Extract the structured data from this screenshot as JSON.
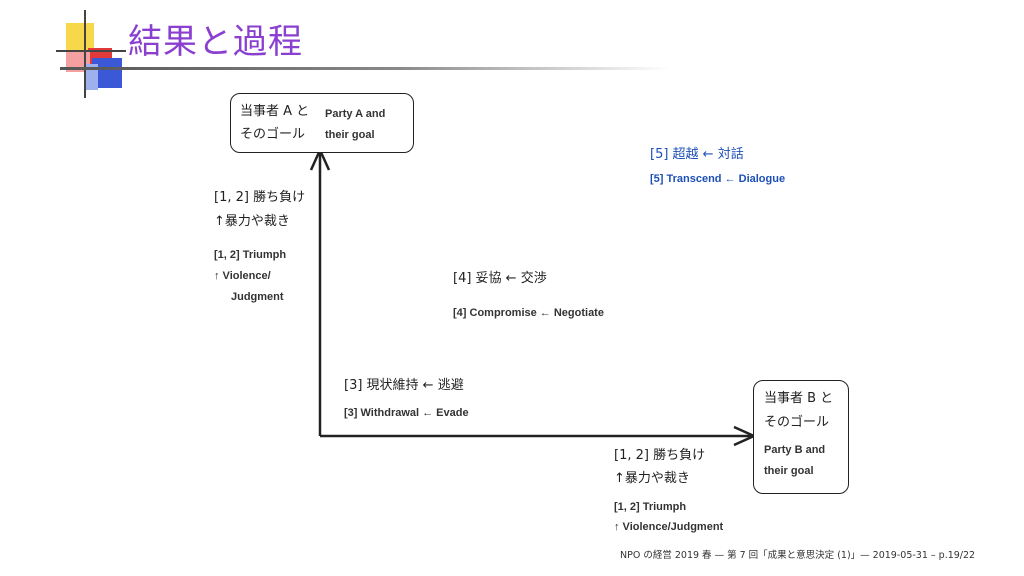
{
  "title": "結果と過程",
  "party_a": {
    "jp_line1": "当事者 A と",
    "jp_line2": "そのゴール",
    "en_line1": "Party A and",
    "en_line2": "their goal"
  },
  "party_b": {
    "jp_line1": "当事者 B と",
    "jp_line2": "そのゴール",
    "en_line1": "Party B and",
    "en_line2": "their goal"
  },
  "label_left": {
    "jp_line1": "[1, 2] 勝ち負け",
    "jp_line2": "↑暴力や裁き",
    "en_line1": "[1, 2] Triumph",
    "en_line2": "↑ Violence/",
    "en_line3": "Judgment"
  },
  "label_bottom": {
    "jp_line1": "[1, 2] 勝ち負け",
    "jp_line2": "↑暴力や裁き",
    "en_line1": "[1, 2] Triumph",
    "en_line2": "↑ Violence/Judgment"
  },
  "label_3": {
    "jp": "[3] 現状維持 ← 逃避",
    "en": "[3] Withdrawal ← Evade"
  },
  "label_4": {
    "jp": "[4] 妥協 ← 交渉",
    "en": "[4] Compromise ← Negotiate"
  },
  "label_5": {
    "jp": "[5] 超越 ← 対話",
    "en": "[5] Transcend ← Dialogue"
  },
  "footer": "NPO の経営 2019 春 — 第 7 回「成果と意思決定 (1)」— 2019-05-31 – p.19/22",
  "colors": {
    "title": "#8a3fd1",
    "highlight": "#1d4fb8"
  }
}
